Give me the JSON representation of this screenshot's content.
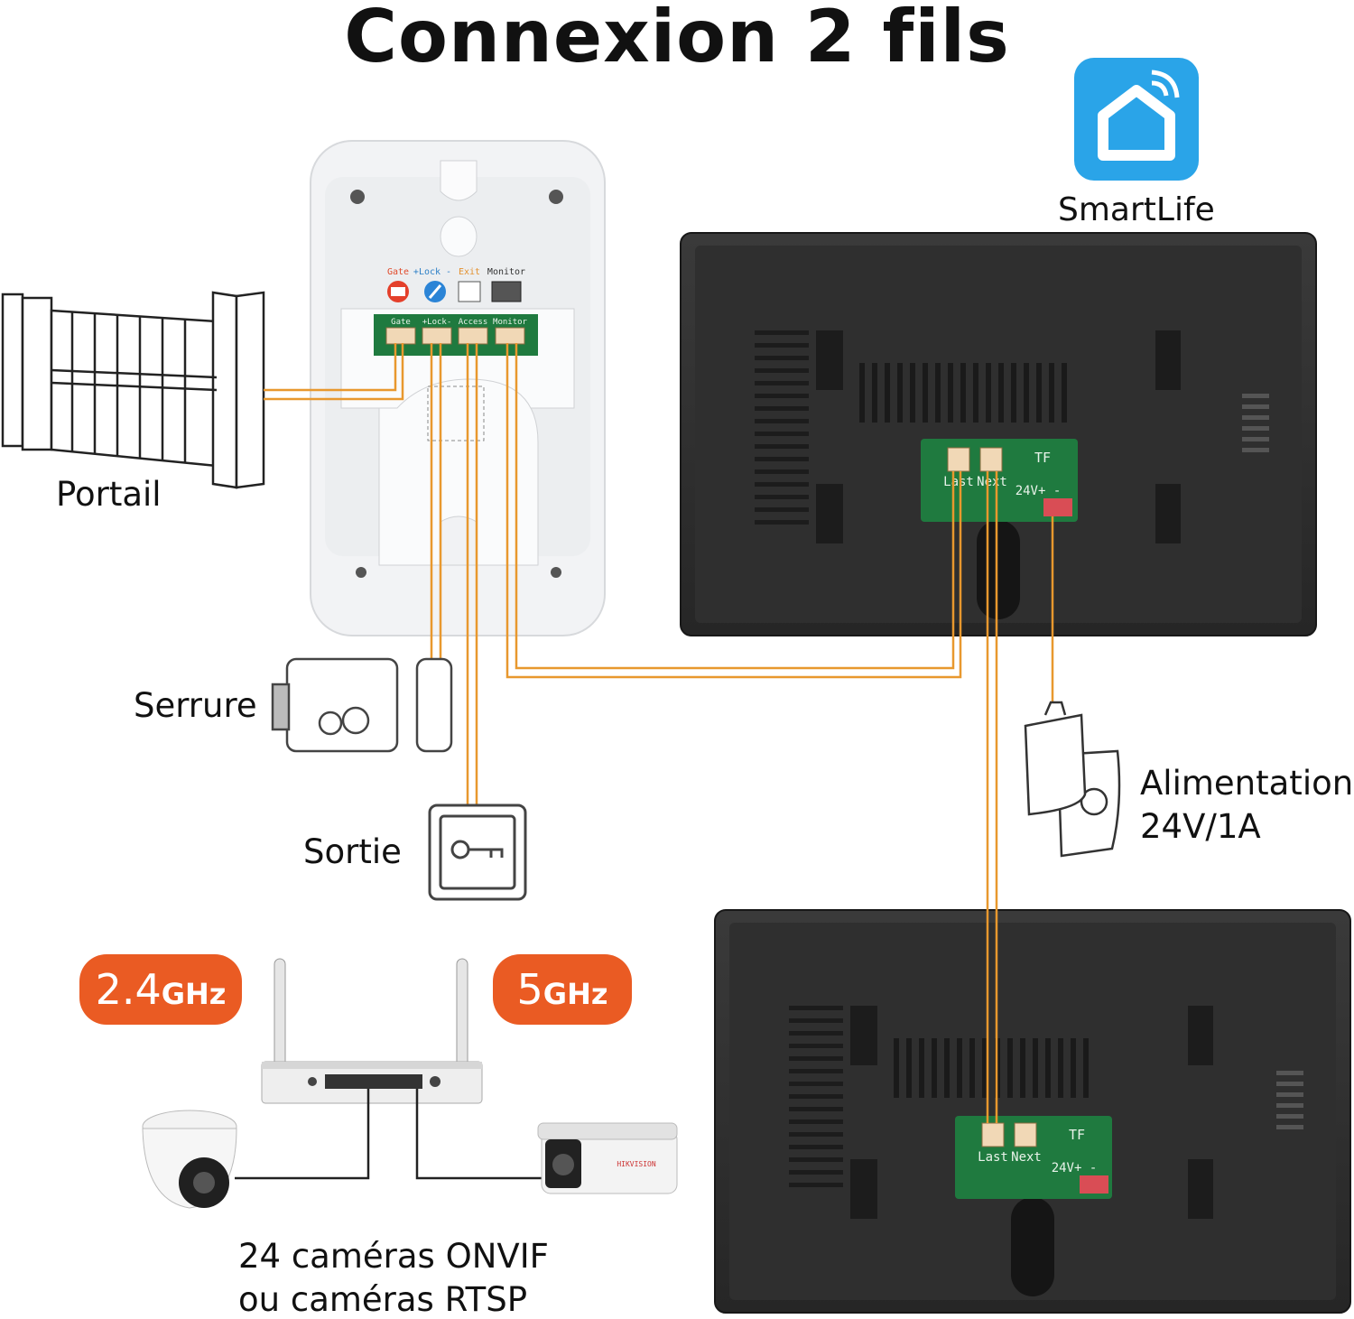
{
  "title": "Connexion 2 fils",
  "app": {
    "name": "SmartLife"
  },
  "labels": {
    "portail": "Portail",
    "serrure": "Serrure",
    "sortie": "Sortie",
    "alimentation_line1": "Alimentation",
    "alimentation_line2": "24V/1A",
    "cameras_line1": "24 caméras ONVIF",
    "cameras_line2": "ou caméras RTSP"
  },
  "wifi_bands": [
    {
      "value": "2.4",
      "unit": "GHz"
    },
    {
      "value": "5",
      "unit": "GHz"
    }
  ],
  "doorbell": {
    "icon_labels": [
      "Gate",
      "+Lock -",
      "Exit",
      "Monitor"
    ],
    "terminal_labels": [
      "Gate",
      "+Lock-",
      "Access",
      "Monitor"
    ]
  },
  "monitor_board": {
    "tf": "TF",
    "port_last": "Last",
    "port_next": "Next",
    "power": "24V+ -"
  },
  "camera_brand": "HIKVISION",
  "colors": {
    "accent": "#ea5b23",
    "wire": "#e8982e",
    "smartlife": "#2aa4e8",
    "monitor": "#2c2c2c",
    "pcb": "#1f7a3f"
  }
}
